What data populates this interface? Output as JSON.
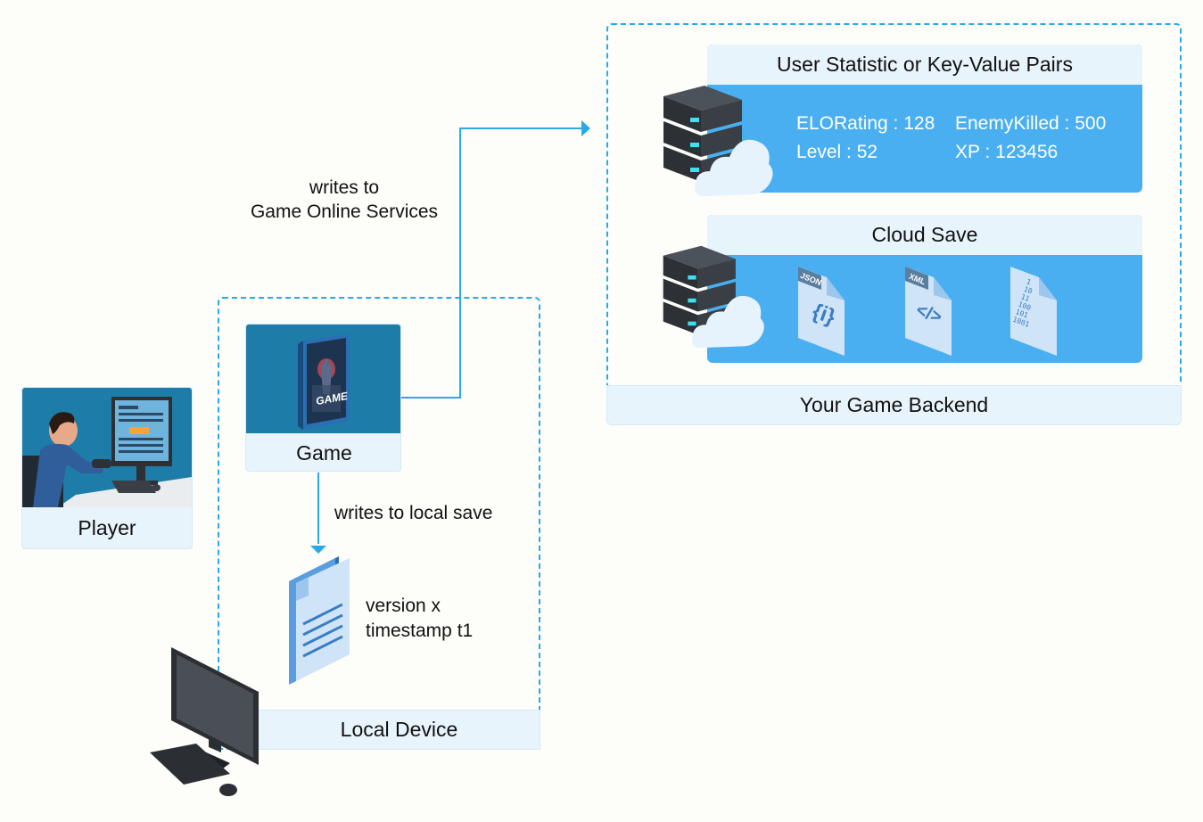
{
  "player": {
    "label": "Player"
  },
  "game": {
    "label": "Game",
    "cover_text": "GAME"
  },
  "local_device": {
    "label": "Local Device"
  },
  "local_save": {
    "arrow_label": "writes to local save",
    "line1": "version x",
    "line2": "timestamp t1"
  },
  "online_arrow": {
    "line1": "writes to",
    "line2": "Game Online Services"
  },
  "backend": {
    "label": "Your Game Backend",
    "stats": {
      "title": "User Statistic or Key-Value Pairs",
      "elo": "ELORating : 128",
      "enemy": "EnemyKilled : 500",
      "level": "Level : 52",
      "xp": "XP : 123456"
    },
    "cloud_save": {
      "title": "Cloud Save",
      "json_tag": "JSON",
      "json_glyph": "{i}",
      "xml_tag": "XML",
      "xml_glyph": "</>",
      "binary_lines": [
        "1",
        "10",
        "11",
        "100",
        "101",
        "1001"
      ]
    }
  },
  "colors": {
    "accent": "#29a9e6",
    "panel_blue": "#4aaff0",
    "label_bg": "#e8f4fc",
    "game_bg": "#1e7da8"
  }
}
